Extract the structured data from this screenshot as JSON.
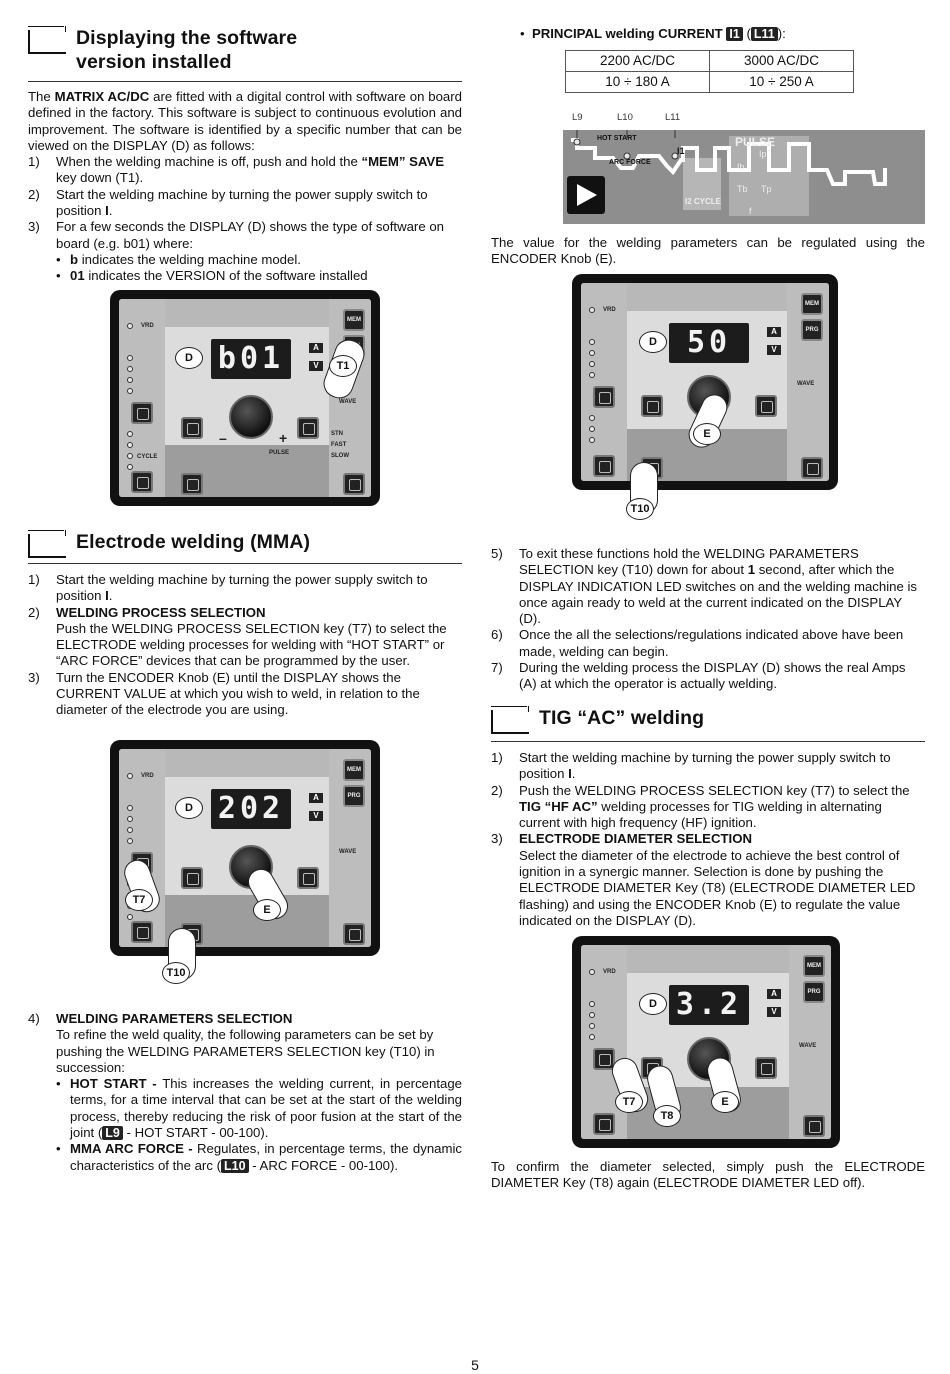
{
  "sec1": {
    "title1": "Displaying the software",
    "title2": "version installed",
    "p1a": "The ",
    "p1b": "MATRIX AC/DC",
    "p1c": " are fitted with a digital control with software on board defined in the factory. This software is subject to continuous evolution and improvement. The software is identified by a specific number that can be viewed on the DISPLAY (D) as follows:",
    "i1n": "1)",
    "i1a": "When the welding machine is off, push and hold the ",
    "i1b": "“MEM” SAVE",
    "i1c": " key down (T1).",
    "i2n": "2)",
    "i2": "Start the welding machine by turning the power supply switch to position ",
    "i2b": "I",
    "i2c": ".",
    "i3n": "3)",
    "i3": "For a few seconds the DISPLAY (D) shows the type of software on board (e.g. b01) where:",
    "b1a": "b",
    "b1b": " indicates the welding machine model.",
    "b2a": "01",
    "b2b": " indicates the VERSION of the software installed"
  },
  "panel1": {
    "display": "b01",
    "callout_d": "D",
    "callout_t1": "T1"
  },
  "sec2": {
    "title": "Electrode welding (MMA)",
    "i1n": "1)",
    "i1": "Start the welding machine by turning the power supply switch to position ",
    "i1b": "I",
    "i1c": ".",
    "i2n": "2)",
    "i2h": "WELDING PROCESS SELECTION",
    "i2": "Push the WELDING PROCESS SELECTION key (T7) to select the ELECTRODE welding processes for welding with “HOT START” or “ARC FORCE” devices that can be programmed by the user.",
    "i3n": "3)",
    "i3": "Turn the ENCODER Knob (E) until the DISPLAY shows the CURRENT VALUE at which you wish to weld, in relation to the diameter of the electrode you are using."
  },
  "panel2": {
    "display": "202",
    "callout_d": "D",
    "callout_t7": "T7",
    "callout_e": "E",
    "callout_t10": "T10"
  },
  "sec2b": {
    "i4n": "4)",
    "i4h": "WELDING PARAMETERS SELECTION",
    "i4": "To refine the weld quality, the following parameters can be set by pushing the WELDING PARAMETERS SELECTION key (T10) in succession:",
    "b1h": "HOT START -",
    "b1": " This increases the welding current, in percentage terms, for a time interval that can be set at the start of the welding process, thereby reducing the risk of poor fusion at the start of the joint (",
    "b1tag": "L9",
    "b1c": " - HOT START - 00-100).",
    "b2h": "MMA ARC FORCE -",
    "b2": " Regulates, in percentage terms, the dynamic characteristics of the arc (",
    "b2tag": "L10",
    "b2c": " - ARC FORCE - 00-100)."
  },
  "right": {
    "principal_label": "PRINCIPAL welding CURRENT ",
    "i1": "I1",
    "l11": "L11",
    "table_headers": [
      "2200 AC/DC",
      "3000 AC/DC"
    ],
    "table_values": [
      "10 ÷ 180 A",
      "10 ÷ 250 A"
    ],
    "fig_labels": [
      "L9",
      "L10",
      "L11"
    ],
    "fig_text": [
      "HOT START",
      "ARC FORCE",
      "I1",
      "PULSE",
      "Ip",
      "Ib",
      "I2 CYCLE",
      "Tb",
      "Tp",
      "f"
    ],
    "encoder_text": "The value for the welding parameters can be regulated using the ENCODER Knob (E)."
  },
  "panel3": {
    "display": "50",
    "callout_d": "D",
    "callout_e": "E",
    "callout_t10": "T10"
  },
  "sec3": {
    "i5n": "5)",
    "i5a": "To exit these functions hold the WELDING PARAMETERS SELECTION key (T10) down for about ",
    "i5b": "1",
    "i5c": " second, after which the DISPLAY INDICATION LED switches on and the welding machine is once again ready to weld at the current indicated on the DISPLAY (D).",
    "i6n": "6)",
    "i6": "Once the all the selections/regulations indicated above have been made, welding can begin.",
    "i7n": "7)",
    "i7": "During the welding process the DISPLAY (D) shows the real Amps (A) at which the operator is actually welding."
  },
  "sec4": {
    "title": "TIG “AC” welding",
    "i1n": "1)",
    "i1": "Start the welding machine by turning the power supply switch to position ",
    "i1b": "I",
    "i1c": ".",
    "i2n": "2)",
    "i2a": "Push the WELDING PROCESS SELECTION key (T7) to select the ",
    "i2b": "TIG “HF AC”",
    "i2c": " welding processes for TIG welding in alternating current with high frequency (HF) ignition.",
    "i3n": "3)",
    "i3h": "ELECTRODE DIAMETER SELECTION",
    "i3": "Select the diameter of the electrode to achieve the best control of ignition in a synergic manner. Selection is done by pushing the ELECTRODE DIAMETER Key (T8) (ELECTRODE DIAMETER LED flashing) and using the ENCODER Knob (E) to regulate the value indicated on the DISPLAY (D)."
  },
  "panel4": {
    "display": "3.2",
    "callout_d": "D",
    "callout_t7": "T7",
    "callout_t8": "T8",
    "callout_e": "E"
  },
  "sec4b": {
    "confirm": "To confirm the diameter selected, simply push the ELECTRODE DIAMETER Key (T8) again (ELECTRODE DIAMETER LED off)."
  },
  "panel_labels": {
    "mem": "MEM",
    "prg": "PRG",
    "vrd": "VRD",
    "a": "A",
    "v": "V",
    "wave": "WAVE",
    "stn": "STN",
    "fast": "FAST",
    "slow": "SLOW",
    "pulse": "PULSE",
    "cycle": "CYCLE",
    "hot_start": "HOT START",
    "arc_force": "ARC FORCE"
  },
  "page": {
    "number": "5"
  },
  "colors": {
    "text": "#111111",
    "panel_frame": "#111111",
    "panel_face": "#cfcfcf",
    "display_bg": "#1c1c1c"
  }
}
